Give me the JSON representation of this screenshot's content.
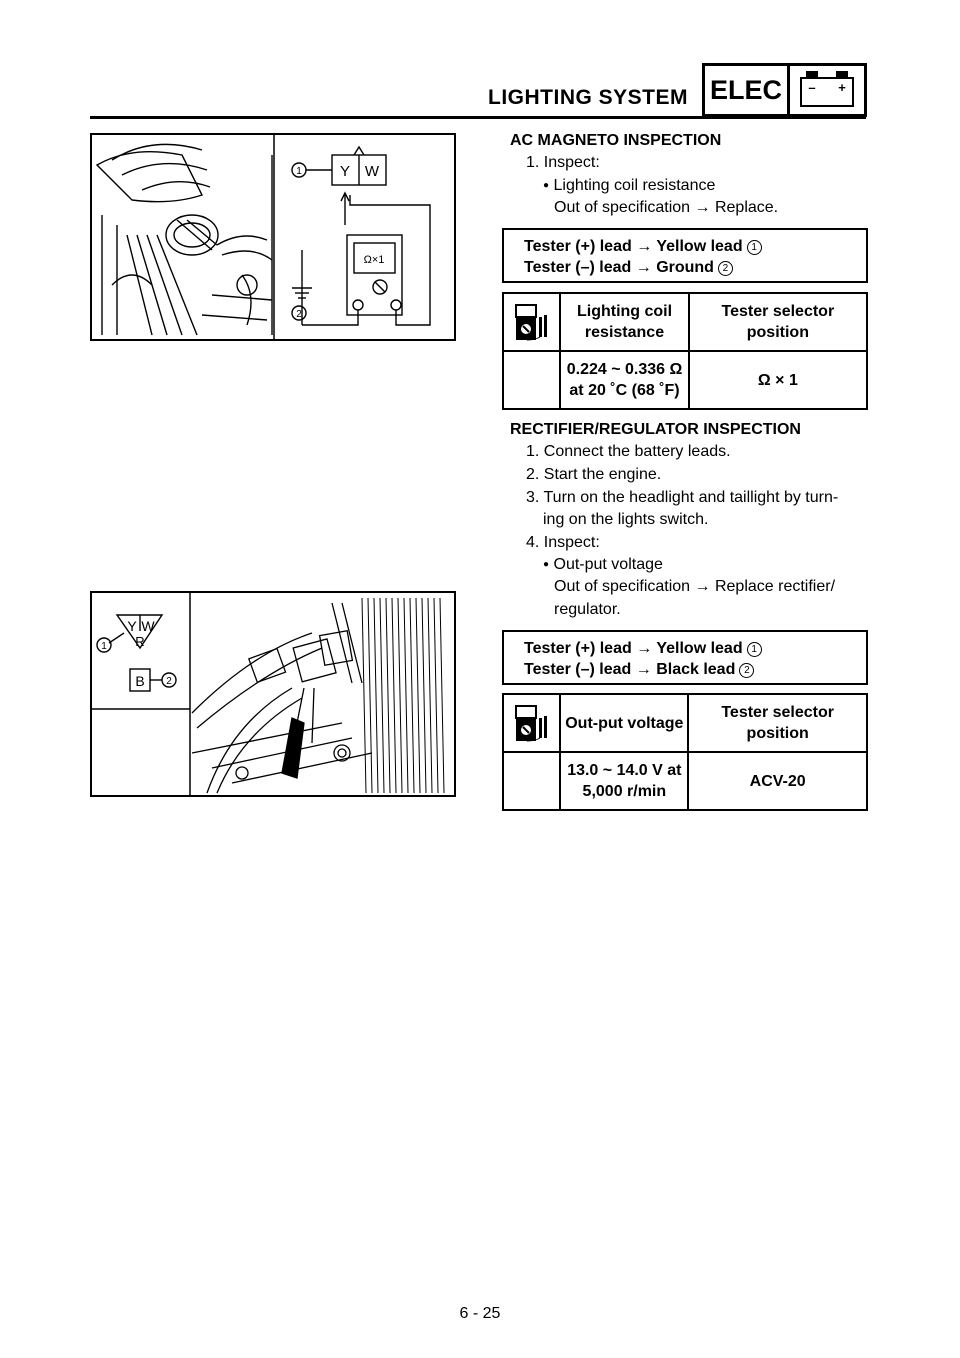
{
  "header": {
    "title": "LIGHTING SYSTEM",
    "badge": "ELEC",
    "battery_minus": "–",
    "battery_plus": "+"
  },
  "fig1": {
    "callout1": "1",
    "callout2": "2",
    "lead_y": "Y",
    "lead_w": "W",
    "range": "Ω×1"
  },
  "fig2": {
    "callout1": "1",
    "callout2": "2",
    "lead_y": "Y",
    "lead_w": "W",
    "lead_r": "R",
    "lead_b": "B"
  },
  "ac_magneto": {
    "title": "AC MAGNETO INSPECTION",
    "step1": "1. Inspect:",
    "bullet": "Lighting coil resistance",
    "oos": "Out of specification → Replace.",
    "tester_plus": "Tester (+) lead → Yellow lead",
    "tester_plus_ref": "1",
    "tester_minus": "Tester (–) lead → Ground",
    "tester_minus_ref": "2",
    "col_item_1": "Lighting coil",
    "col_item_2": "resistance",
    "col_sel_1": "Tester selector",
    "col_sel_2": "position",
    "val_1": "0.224 ~ 0.336 Ω",
    "val_2": "at 20 ˚C (68 ˚F)",
    "sel_val": "Ω × 1"
  },
  "rectifier": {
    "title": "RECTIFIER/REGULATOR INSPECTION",
    "step1": "1. Connect the battery leads.",
    "step2": "2. Start the engine.",
    "step3a": "3. Turn on the headlight and taillight by turn-",
    "step3b": "ing on the lights switch.",
    "step4": "4. Inspect:",
    "bullet": "Out-put voltage",
    "oos_a": "Out of specification → Replace rectifier/",
    "oos_b": "regulator.",
    "tester_plus": "Tester (+) lead → Yellow lead",
    "tester_plus_ref": "1",
    "tester_minus": "Tester (–) lead → Black lead",
    "tester_minus_ref": "2",
    "col_item": "Out-put voltage",
    "col_sel_1": "Tester selector",
    "col_sel_2": "position",
    "val_1": "13.0 ~ 14.0 V at",
    "val_2": "5,000 r/min",
    "sel_val": "ACV-20"
  },
  "footer": {
    "page": "6 - 25"
  }
}
